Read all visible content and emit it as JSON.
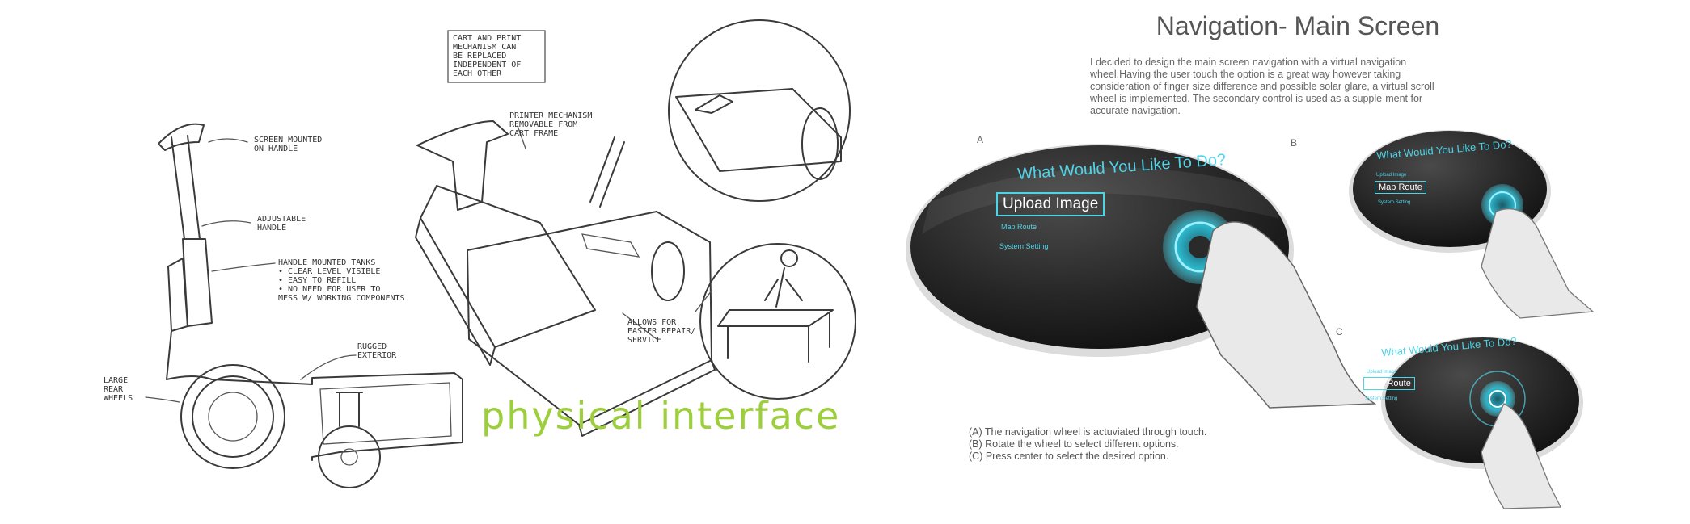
{
  "sketch": {
    "title": "physical interface",
    "notes": {
      "screen": "SCREEN MOUNTED\nON HANDLE",
      "handle": "ADJUSTABLE\nHANDLE",
      "tanks": "HANDLE MOUNTED TANKS\n• CLEAR LEVEL VISIBLE\n• EASY TO REFILL\n• NO NEED FOR USER TO\n  MESS W/ WORKING COMPONENTS",
      "rugged": "RUGGED\nEXTERIOR",
      "wheels": "LARGE\nREAR\nWHEELS",
      "cart": "CART AND PRINT\nMECHANISM CAN\nBE REPLACED\nINDEPENDENT OF\nEACH OTHER",
      "printer": "PRINTER MECHANISM\nREMOVABLE FROM\nCART FRAME",
      "repair": "ALLOWS FOR\nEASIER REPAIR/\nSERVICE"
    }
  },
  "nav": {
    "title": "Navigation- Main Screen",
    "description": "I decided to design the main screen navigation with a virtual navigation wheel.Having the user touch the option is a great way however taking consideration of finger size difference and possible solar glare, a virtual scroll wheel is implemented. The secondary control is used as a supple-ment for accurate navigation.",
    "labels": {
      "a": "A",
      "b": "B",
      "c": "C"
    },
    "screen_a": {
      "heading": "What Would You Like To Do?",
      "selected": "Upload Image",
      "items": [
        "Map Route",
        "System Setting"
      ]
    },
    "screen_b": {
      "heading": "What Would You Like To Do?",
      "small_item": "Upload Image",
      "selected": "Map Route",
      "items": [
        "System Setting"
      ]
    },
    "screen_c": {
      "heading": "What Would You Like To Do?",
      "small_item": "Upload Image",
      "selected": "Map Route",
      "items": [
        "System Setting"
      ]
    },
    "instructions": [
      "(A) The navigation wheel is actuviated through touch.",
      "(B) Rotate the wheel to select different options.",
      "(C) Press center to select the desired option."
    ],
    "colors": {
      "accent": "#4fd3e6",
      "screen": "#262626"
    }
  }
}
